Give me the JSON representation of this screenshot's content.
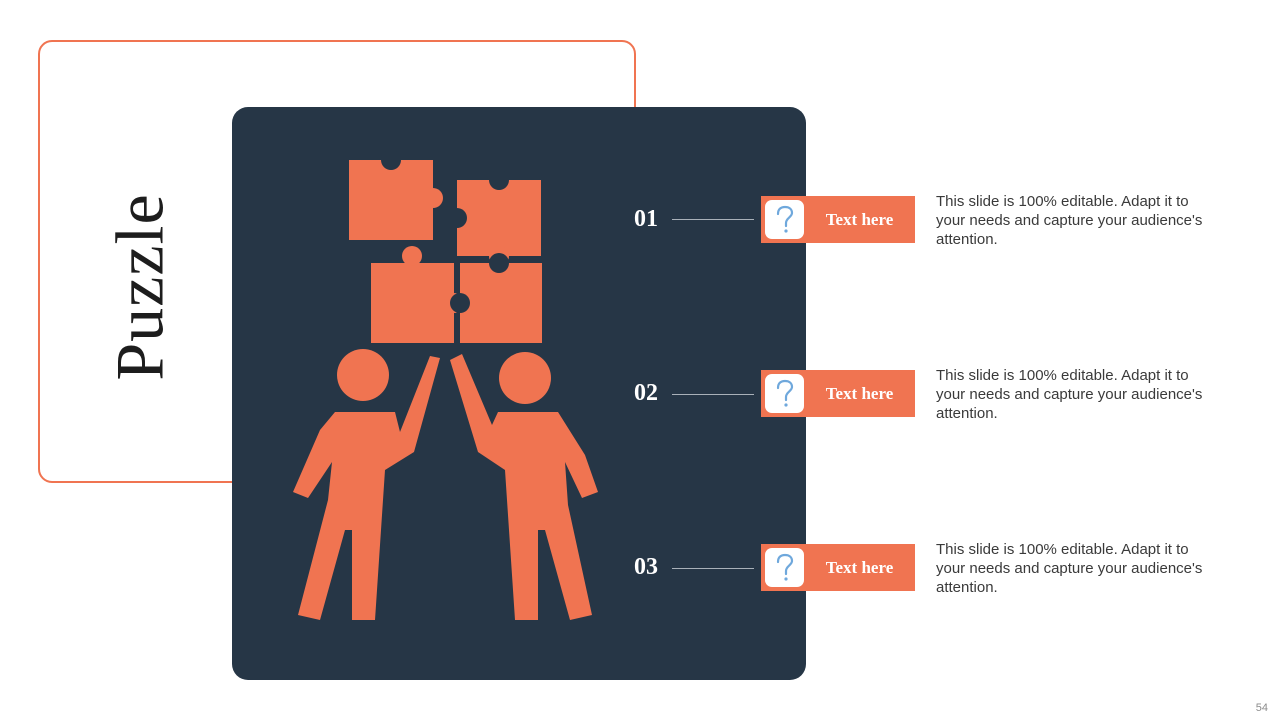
{
  "slide": {
    "title": "Puzzle",
    "page_number": "54",
    "colors": {
      "accent": "#f07451",
      "panel": "#263646",
      "icon_blue": "#6fa8dc"
    },
    "illustration_icon": "two-people-assembling-puzzle",
    "items": [
      {
        "number": "01",
        "label": "Text here",
        "icon": "question-mark-icon",
        "description": "This slide is 100% editable. Adapt it to your needs and capture your audience's attention."
      },
      {
        "number": "02",
        "label": "Text here",
        "icon": "question-mark-icon",
        "description": "This slide is 100% editable. Adapt it to your needs and capture your audience's attention."
      },
      {
        "number": "03",
        "label": "Text here",
        "icon": "question-mark-icon",
        "description": "This slide is 100% editable. Adapt it to your needs and capture your audience's attention."
      }
    ]
  }
}
